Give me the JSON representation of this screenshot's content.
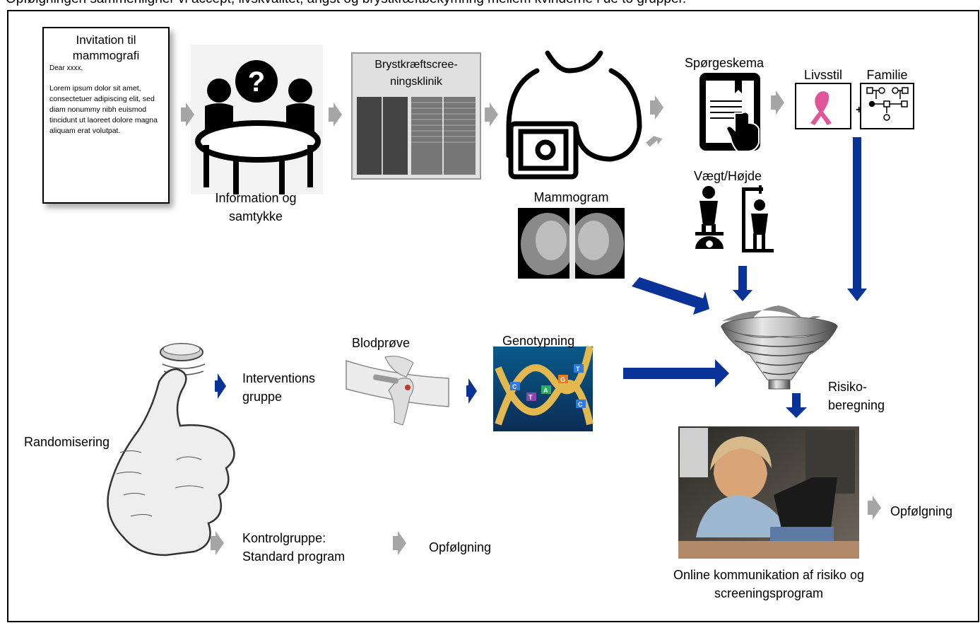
{
  "caption": "Opfølgningen sammenligner vi accept, livskvalitet, angst og brystkræftbekymring mellem kvinderne i de to grupper.",
  "letter": {
    "title": "Invitation til mammografi",
    "greeting": "Dear xxxx,",
    "body": "Lorem ipsum dolor sit amet, consectetuer adipiscing elit, sed diam nonummy nibh euismod tincidunt ut laoreet dolore magna aliquam erat volutpat."
  },
  "steps": {
    "information": "Information og samtykke",
    "clinic": "Brystkræftscree-ningsklinik",
    "mammogram": "Mammogram",
    "questionnaire": "Spørgeskema",
    "lifestyle": "Livsstil",
    "family": "Familie",
    "weight_height": "Vægt/Højde",
    "blood_sample": "Blodprøve",
    "genotyping": "Genotypning",
    "risk_calc": "Risiko-beregning",
    "randomization": "Randomisering",
    "intervention_group": "Interventions gruppe",
    "control_group": "Kontrolgruppe: Standard program",
    "followup_control": "Opfølgning",
    "followup_online": "Opfølgning",
    "online_comm": "Online kommunikation af risiko og screeningsprogram"
  },
  "colors": {
    "blue_arrow": "#0a3399",
    "grey_arrow": "#a6a6a6",
    "ribbon": "#e0559a"
  },
  "icons": [
    "letter-icon",
    "meeting-question-icon",
    "clinic-icon",
    "breast-mammography-icon",
    "mammogram-image",
    "tablet-questionnaire-icon",
    "ribbon-icon",
    "pedigree-icon",
    "scale-icon",
    "height-icon",
    "funnel-icon",
    "coin-thumb-icon",
    "arm-blood-icon",
    "dna-icon",
    "woman-laptop-image"
  ]
}
